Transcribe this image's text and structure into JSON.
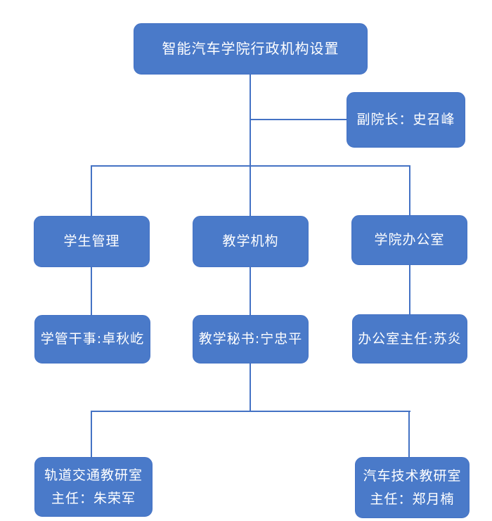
{
  "diagram": {
    "type": "org-chart",
    "title": "智能汽车学院行政机构设置",
    "colors": {
      "node_fill": "#4a7ac9",
      "node_border": "#4472c4",
      "connector": "#4472c4",
      "text_color": "#ffffff",
      "background": "#ffffff"
    },
    "nodes": {
      "root": {
        "label": "智能汽车学院行政机构设置"
      },
      "vice_dean": {
        "label": "副院长：史召峰"
      },
      "student_mgmt": {
        "label": "学生管理"
      },
      "teaching_org": {
        "label": "教学机构"
      },
      "college_office": {
        "label": "学院办公室"
      },
      "student_officer": {
        "label": "学管干事:卓秋屹"
      },
      "teaching_secretary": {
        "label": "教学秘书:宁忠平"
      },
      "office_director": {
        "label": "办公室主任:苏炎"
      },
      "rail_transit_office": {
        "line1": "轨道交通教研室",
        "line2": "主任：朱荣军"
      },
      "auto_tech_office": {
        "line1": "汽车技术教研室",
        "line2": "主任：郑月楠"
      }
    },
    "edges": [
      "root -> vice_dean",
      "root -> student_mgmt",
      "root -> teaching_org",
      "root -> college_office",
      "student_mgmt -> student_officer",
      "teaching_org -> teaching_secretary",
      "college_office -> office_director",
      "teaching_secretary -> rail_transit_office",
      "teaching_secretary -> auto_tech_office"
    ]
  }
}
